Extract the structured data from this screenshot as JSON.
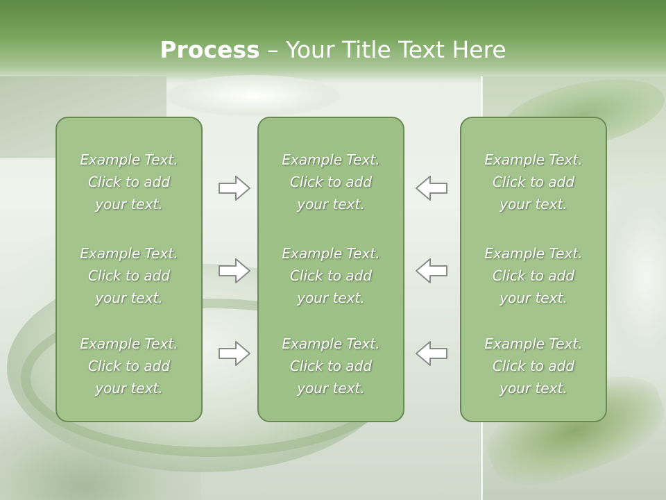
{
  "slide": {
    "title_bold": "Process",
    "title_rest": " – Your Title Text Here"
  },
  "columns": [
    {
      "items": [
        {
          "line1": "Example Text.",
          "line2": "Click  to add",
          "line3": "your text."
        },
        {
          "line1": "Example Text.",
          "line2": "Click  to add",
          "line3": "your text."
        },
        {
          "line1": "Example Text.",
          "line2": "Click  to add",
          "line3": "your text."
        }
      ]
    },
    {
      "items": [
        {
          "line1": "Example Text.",
          "line2": "Click  to add",
          "line3": "your text."
        },
        {
          "line1": "Example Text.",
          "line2": "Click  to add",
          "line3": "your text."
        },
        {
          "line1": "Example Text.",
          "line2": "Click  to add",
          "line3": "your text."
        }
      ]
    },
    {
      "items": [
        {
          "line1": "Example Text.",
          "line2": "Click  to add",
          "line3": "your text."
        },
        {
          "line1": "Example Text.",
          "line2": "Click  to add",
          "line3": "your text."
        },
        {
          "line1": "Example Text.",
          "line2": "Click  to add",
          "line3": "your text."
        }
      ]
    }
  ],
  "icons": {
    "left_arrows": "arrow-right-icon",
    "right_arrows": "arrow-left-icon"
  },
  "colors": {
    "header_green": "#6f9c55",
    "card_fill": "#a3c58d",
    "card_border": "#6a8a55",
    "text": "#ffffff"
  }
}
